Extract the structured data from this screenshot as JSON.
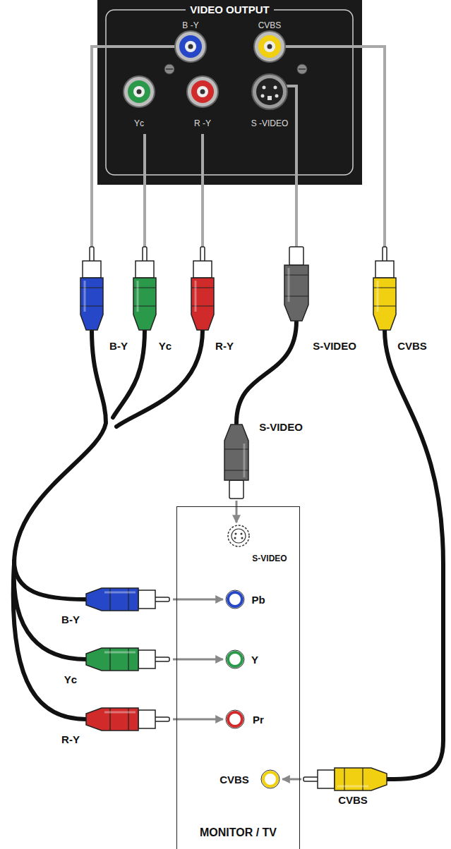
{
  "diagram": {
    "nodes": [
      {
        "text": [
          "VIDEO OUTPUT"
        ]
      },
      {
        "text": [
          "MONITOR / TV"
        ]
      }
    ],
    "labels": [
      "B -Y",
      "CVBS",
      "Yc",
      "R -Y",
      "S -VIDEO",
      "B-Y",
      "Yc",
      "R-Y",
      "S-VIDEO",
      "CVBS",
      "S-VIDEO",
      "S-VIDEO",
      "Pb",
      "Y",
      "Pr",
      "B-Y",
      "Yc",
      "R-Y",
      "CVBS",
      "CVBS"
    ]
  }
}
